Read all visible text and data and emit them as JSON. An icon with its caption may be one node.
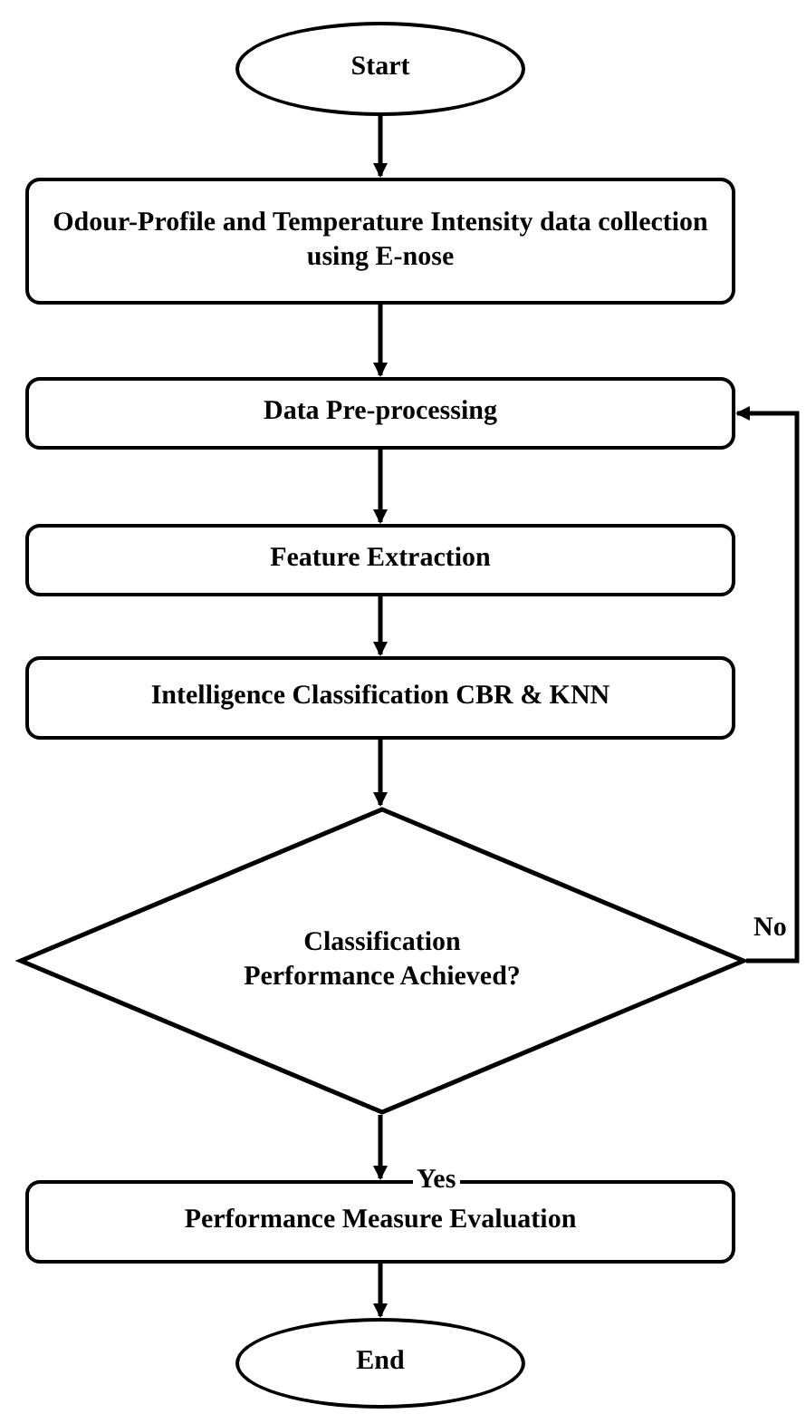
{
  "diagram": {
    "nodes": [
      {
        "text": [
          "Start"
        ]
      },
      {
        "text": [
          "Odour-Profile and Temperature Intensity data collection using E-nose"
        ]
      },
      {
        "text": [
          "Data Pre-processing"
        ]
      },
      {
        "text": [
          "Feature Extraction"
        ]
      },
      {
        "text": [
          "Intelligence Classification CBR & KNN"
        ]
      },
      {
        "text": [
          "Classification Performance Achieved?"
        ]
      },
      {
        "text": [
          "Performance Measure Evaluation"
        ]
      },
      {
        "text": [
          "End"
        ]
      }
    ],
    "edges": [
      {
        "from": 0,
        "to": 1,
        "arrow": "to"
      },
      {
        "from": 1,
        "to": 2,
        "arrow": "to"
      },
      {
        "from": 2,
        "to": 3,
        "arrow": "to"
      },
      {
        "from": 3,
        "to": 4,
        "arrow": "to"
      },
      {
        "from": 4,
        "to": 5,
        "arrow": "to"
      },
      {
        "from": 5,
        "to": 6,
        "arrow": "to",
        "label": "Yes"
      },
      {
        "from": 5,
        "to": 2,
        "arrow": "to",
        "label": "No"
      },
      {
        "from": 6,
        "to": 7,
        "arrow": "to"
      }
    ]
  }
}
